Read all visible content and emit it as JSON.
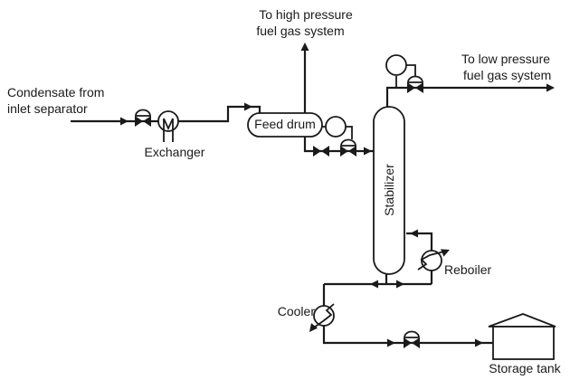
{
  "colors": {
    "line": "#1a1a1a",
    "background": "#ffffff"
  },
  "labels": {
    "condensate_line1": "Condensate from",
    "condensate_line2": "inlet separator",
    "exchanger": "Exchanger",
    "hp_gas_line1": "To high pressure",
    "hp_gas_line2": "fuel gas system",
    "feed_drum": "Feed drum",
    "lp_gas_line1": "To low pressure",
    "lp_gas_line2": "fuel gas system",
    "stabilizer": "Stabilizer",
    "reboiler": "Reboiler",
    "cooler": "Cooler",
    "storage_tank": "Storage tank"
  },
  "equipment": [
    {
      "name": "Exchanger",
      "symbol": "heat-exchanger-circle"
    },
    {
      "name": "Feed drum",
      "symbol": "horizontal-vessel"
    },
    {
      "name": "Stabilizer",
      "symbol": "vertical-column"
    },
    {
      "name": "Reboiler",
      "symbol": "heat-exchanger-circle"
    },
    {
      "name": "Cooler",
      "symbol": "heat-exchanger-circle"
    },
    {
      "name": "Storage tank",
      "symbol": "roofed-tank"
    }
  ],
  "symbols": {
    "control_valves": 4,
    "block_valves": 1,
    "instrument_bubbles": 2
  }
}
